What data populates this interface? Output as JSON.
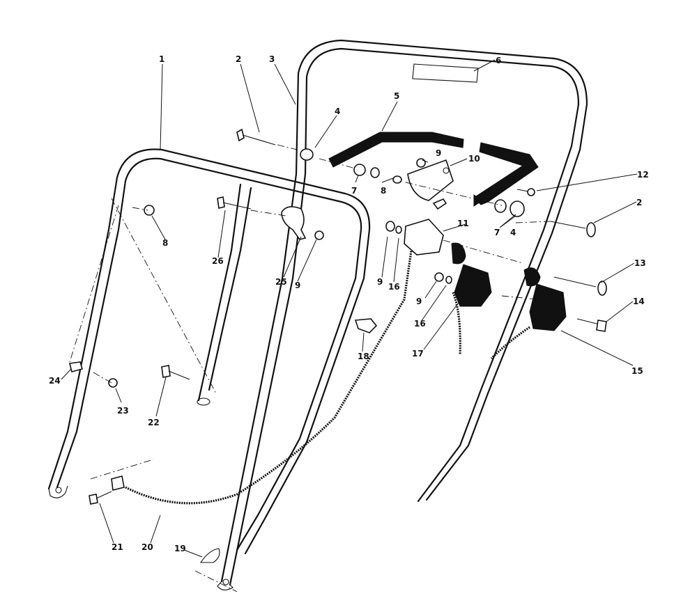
{
  "callouts": {
    "c1": "1",
    "c2a": "2",
    "c2b": "2",
    "c3": "3",
    "c4a": "4",
    "c4b": "4",
    "c5": "5",
    "c6": "6",
    "c7a": "7",
    "c7b": "7",
    "c8a": "8",
    "c8b": "8",
    "c9a": "9",
    "c9b": "9",
    "c9c": "9",
    "c9d": "9",
    "c10": "10",
    "c11": "11",
    "c12": "12",
    "c13": "13",
    "c14": "14",
    "c15": "15",
    "c16a": "16",
    "c16b": "16",
    "c17": "17",
    "c18": "18",
    "c19": "19",
    "c20": "20",
    "c21": "21",
    "c22": "22",
    "c23": "23",
    "c24": "24",
    "c25": "25",
    "c26": "26"
  }
}
